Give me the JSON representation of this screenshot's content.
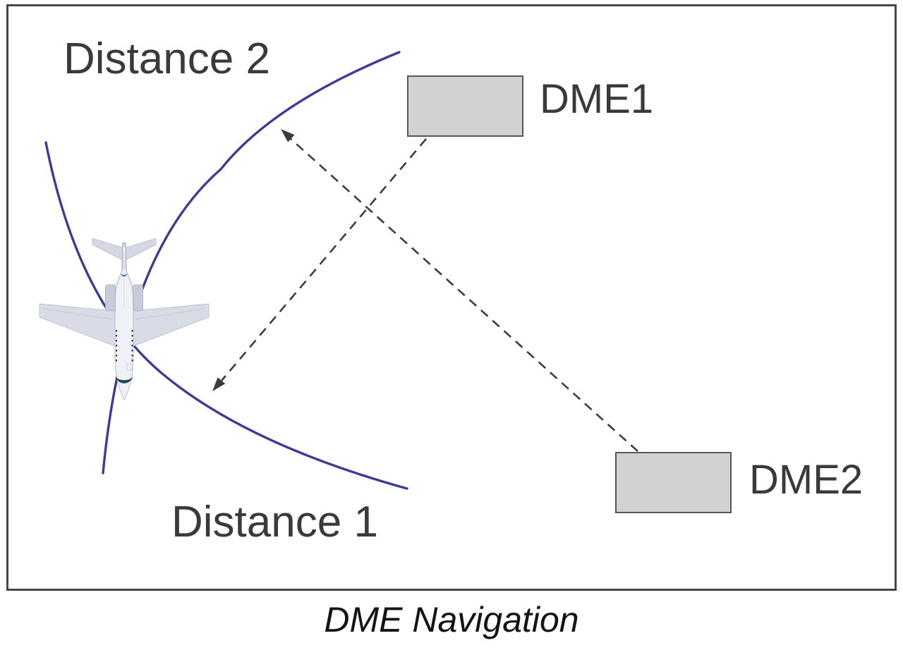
{
  "figure": {
    "caption": "DME Navigation",
    "labels": {
      "distance1": "Distance 1",
      "distance2": "Distance 2"
    },
    "stations": {
      "dme1": "DME1",
      "dme2": "DME2"
    }
  },
  "icons": {
    "airplane": "airplane-top-view-icon"
  },
  "colors": {
    "arc_blue": "#3b3b98",
    "dashed_gray": "#3d3d3d",
    "box_fill": "#d2d2d2",
    "box_border": "#57585c",
    "frame_border": "#47474a",
    "label_text": "#3a3a3c",
    "caption_text": "#141414"
  }
}
